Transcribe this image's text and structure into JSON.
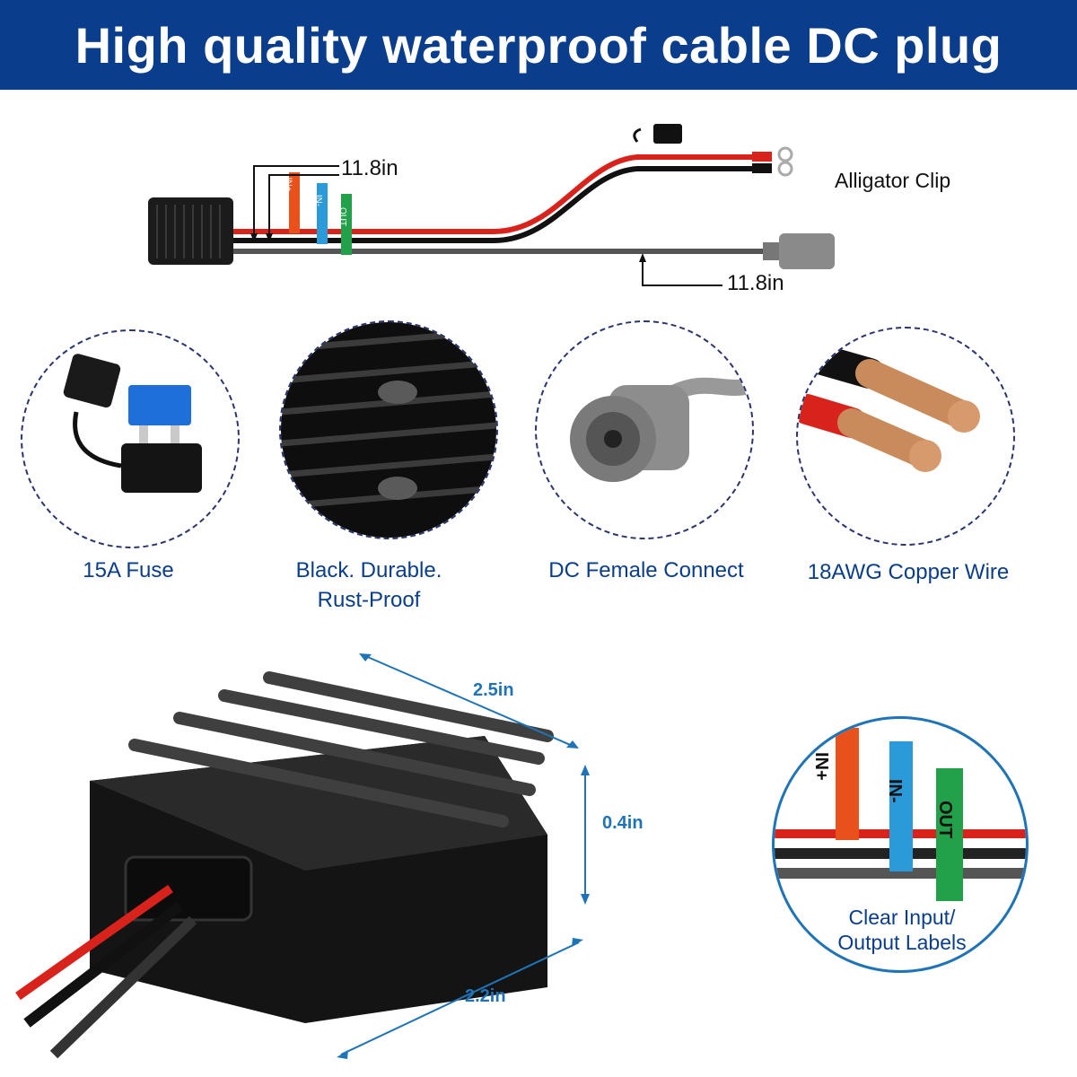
{
  "banner": {
    "title": "High quality waterproof cable DC plug"
  },
  "cable_diagram": {
    "top_length": "11.8in",
    "bottom_length": "11.8in",
    "alligator_label": "Alligator Clip",
    "tags": [
      "IN+",
      "IN-",
      "OUT"
    ]
  },
  "features": [
    {
      "label_lines": [
        "15A Fuse"
      ]
    },
    {
      "label_lines": [
        "Black. Durable.",
        "Rust-Proof"
      ]
    },
    {
      "label_lines": [
        "DC Female Connect"
      ]
    },
    {
      "label_lines": [
        "18AWG Copper Wire"
      ]
    }
  ],
  "dimensions": {
    "length": "2.5in",
    "height": "0.4in",
    "width": "2.2in"
  },
  "labels_inset": {
    "caption_lines": [
      "Clear Input/",
      "Output Labels"
    ],
    "tags": [
      "IN+",
      "IN-",
      "OUT"
    ]
  },
  "colors": {
    "banner": "#0a3e8c",
    "accent_blue": "#1f74b8",
    "tag_red": "#e8501c",
    "tag_blue": "#2a9ad8",
    "tag_green": "#22a04a"
  }
}
